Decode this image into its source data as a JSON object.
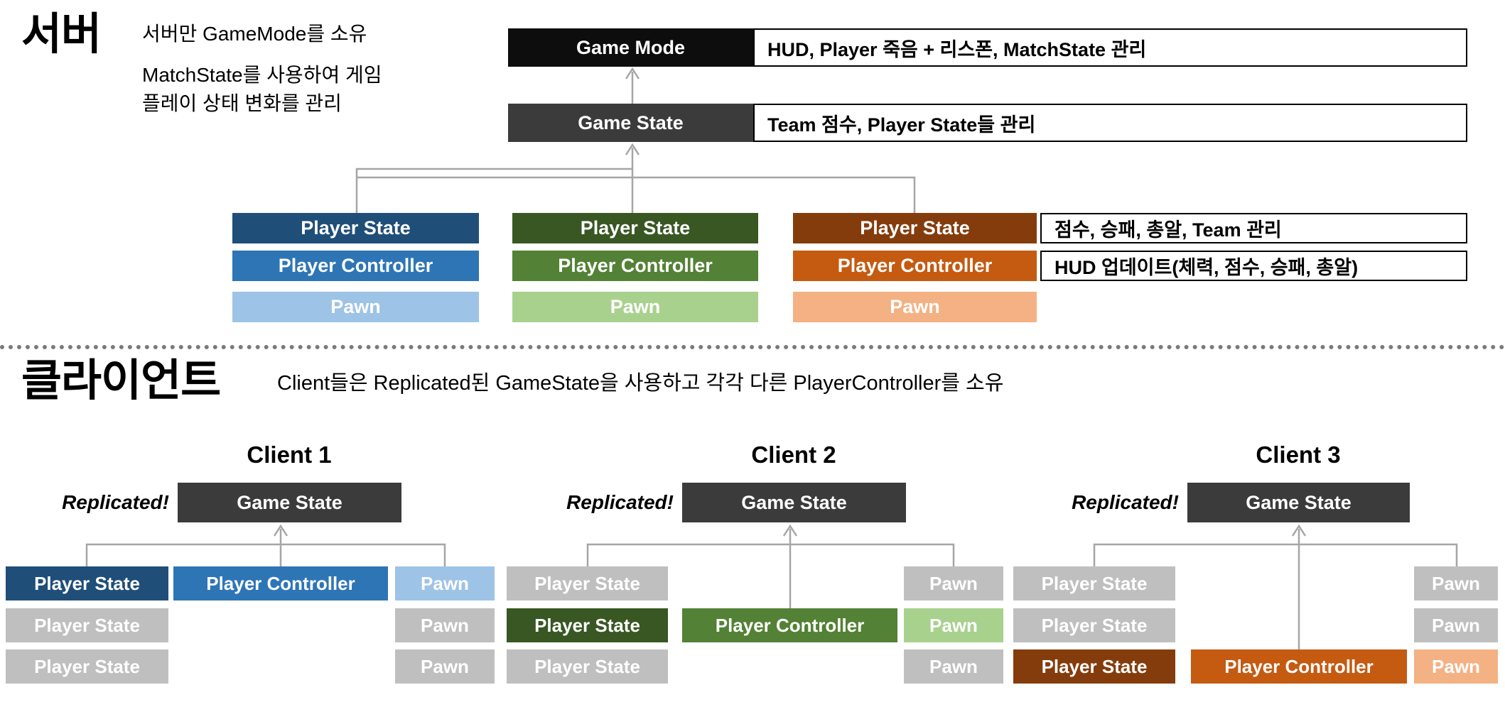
{
  "server": {
    "title": "서버",
    "notes": [
      "서버만 GameMode를 소유",
      "MatchState를 사용하여 게임",
      "플레이 상태 변화를 관리"
    ],
    "game_mode_desc": "HUD, Player 죽음 + 리스폰, MatchState 관리",
    "game_state_desc": "Team 점수, Player State들 관리",
    "player_state_desc": "점수, 승패, 총알, Team 관리",
    "player_controller_desc": "HUD 업데이트(체력, 점수, 승패, 총알)"
  },
  "client": {
    "title": "클라이언트",
    "subtitle": "Client들은 Replicated된 GameState을 사용하고 각각 다른 PlayerController를 소유",
    "replicated": "Replicated!",
    "clients": [
      {
        "name": "Client 1"
      },
      {
        "name": "Client 2"
      },
      {
        "name": "Client 3"
      }
    ]
  },
  "labels": {
    "game_mode": "Game Mode",
    "game_state": "Game State",
    "player_state": "Player State",
    "player_controller": "Player Controller",
    "pawn": "Pawn"
  },
  "colors": {
    "black": "#0D0D0D",
    "charcoal": "#3B3B3B",
    "blue_dark": "#1F4E79",
    "blue": "#2E75B6",
    "blue_light": "#9DC3E6",
    "green_dark": "#385723",
    "green": "#538135",
    "green_light": "#A9D18E",
    "orange_dark": "#843C0C",
    "orange": "#C55A11",
    "orange_light": "#F4B183",
    "gray_box": "#BFBFBF",
    "connector": "#A6A6A6"
  }
}
